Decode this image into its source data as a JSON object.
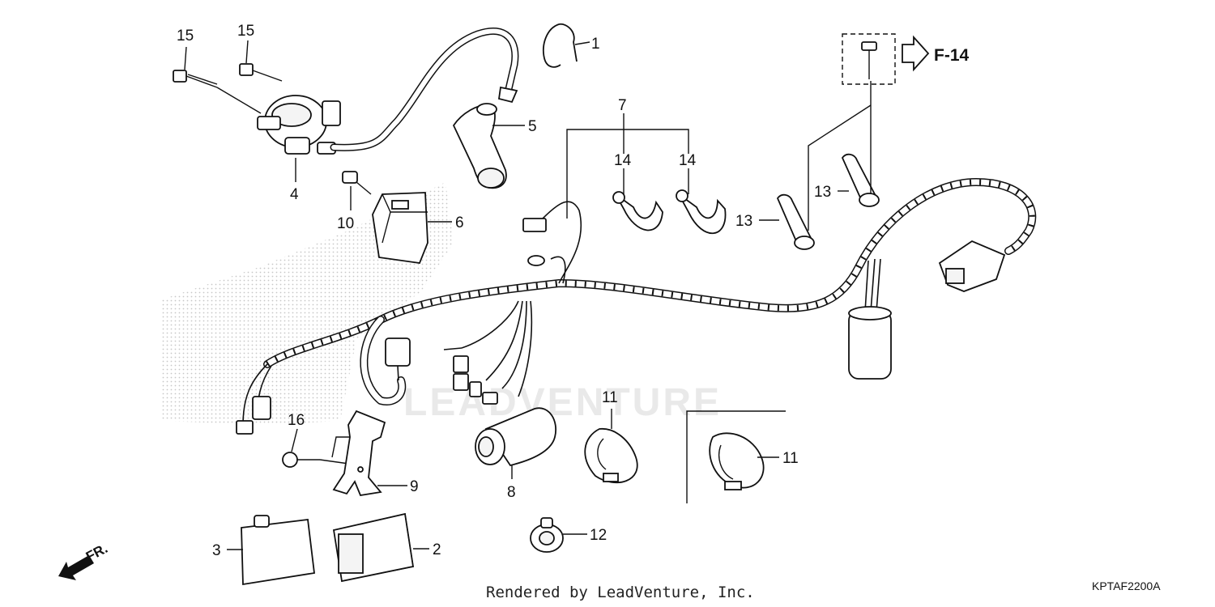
{
  "diagram": {
    "type": "exploded parts diagram",
    "callouts": [
      {
        "id": "c1",
        "label": "1"
      },
      {
        "id": "c2",
        "label": "2"
      },
      {
        "id": "c3",
        "label": "3"
      },
      {
        "id": "c4",
        "label": "4"
      },
      {
        "id": "c5",
        "label": "5"
      },
      {
        "id": "c6",
        "label": "6"
      },
      {
        "id": "c7",
        "label": "7"
      },
      {
        "id": "c8",
        "label": "8"
      },
      {
        "id": "c9",
        "label": "9"
      },
      {
        "id": "c10",
        "label": "10"
      },
      {
        "id": "c11a",
        "label": "11"
      },
      {
        "id": "c11b",
        "label": "11"
      },
      {
        "id": "c12",
        "label": "12"
      },
      {
        "id": "c13a",
        "label": "13"
      },
      {
        "id": "c13b",
        "label": "13"
      },
      {
        "id": "c14a",
        "label": "14"
      },
      {
        "id": "c14b",
        "label": "14"
      },
      {
        "id": "c15a",
        "label": "15"
      },
      {
        "id": "c15b",
        "label": "15"
      },
      {
        "id": "c16",
        "label": "16"
      }
    ],
    "reference": "F-14",
    "direction": "FR.",
    "footer": "Rendered by LeadVenture, Inc.",
    "code": "KPTAF2200A",
    "watermark": "LEADVENTURE"
  }
}
